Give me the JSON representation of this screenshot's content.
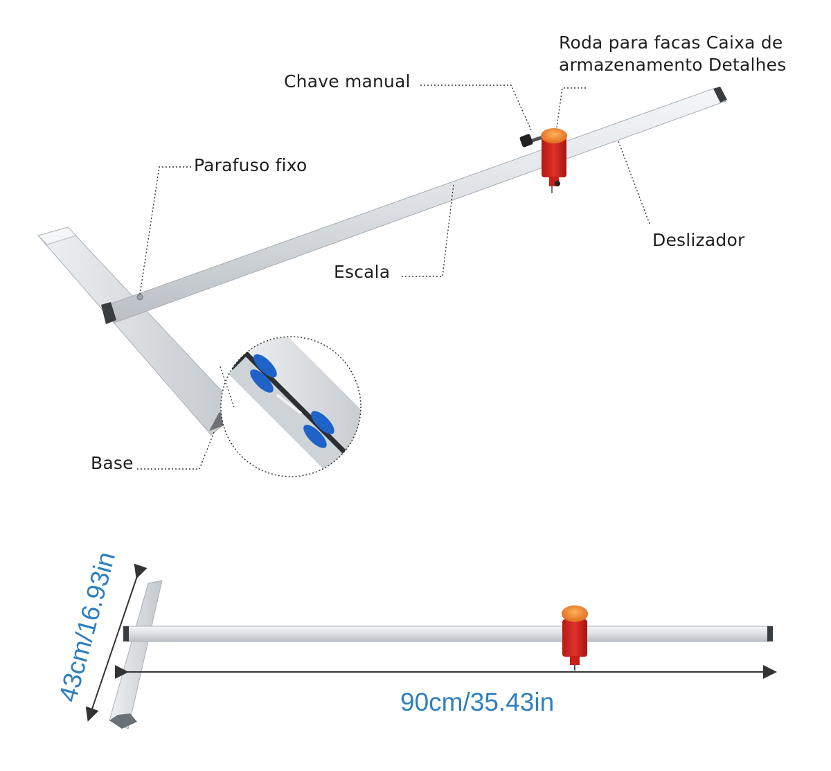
{
  "labels": {
    "slider_wheel_line1": "Roda para facas Caixa de",
    "slider_wheel_line2": "armazenamento Detalhes",
    "hand_key": "Chave manual",
    "fixed_screw": "Parafuso fixo",
    "slider": "Deslizador",
    "scale": "Escala",
    "base": "Base"
  },
  "dimensions": {
    "length": "90cm/35.43in",
    "width": "43cm/16.93in"
  },
  "colors": {
    "aluminum": "#d9dde1",
    "slider_body": "#d7261e",
    "slider_cap": "#f08a2a",
    "wheel_blue": "#1f63c9",
    "dimension_text": "#2f7fc0",
    "label_text": "#1f1f1f"
  }
}
